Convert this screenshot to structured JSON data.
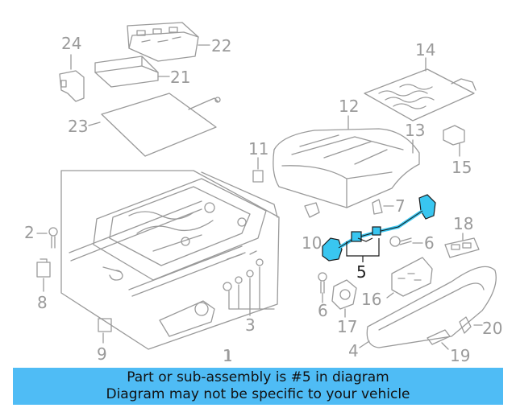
{
  "callouts": {
    "c1": "1",
    "c2": "2",
    "c3": "3",
    "c4": "4",
    "c5": "5",
    "c6a": "6",
    "c6b": "6",
    "c7": "7",
    "c8": "8",
    "c9": "9",
    "c10": "10",
    "c11": "11",
    "c12": "12",
    "c13": "13",
    "c14": "14",
    "c15": "15",
    "c16": "16",
    "c17": "17",
    "c18": "18",
    "c19": "19",
    "c20": "20",
    "c21": "21",
    "c22": "22",
    "c23": "23",
    "c24": "24"
  },
  "banner": {
    "line1": "Part or sub-assembly is #5 in diagram",
    "line2": "Diagram may not be specific to your vehicle",
    "color": "#4fbcf5"
  },
  "colors": {
    "line": "#9a9a9a",
    "highlight": "#39c6f0",
    "dark": "#222222"
  }
}
